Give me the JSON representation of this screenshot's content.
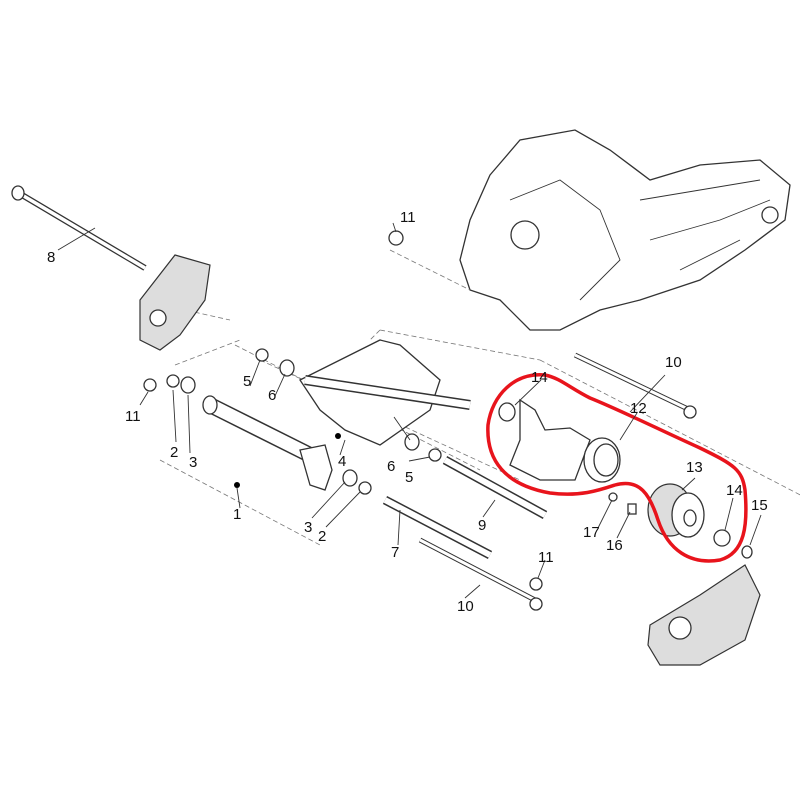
{
  "diagram": {
    "callouts": [
      "8",
      "11",
      "11",
      "2",
      "3",
      "5",
      "6",
      "4",
      "1",
      "3",
      "2",
      "6",
      "5",
      "7",
      "9",
      "10",
      "11",
      "10",
      "14",
      "12",
      "13",
      "14",
      "15",
      "17",
      "16"
    ],
    "highlight_color": "#e8141c",
    "line_color": "#333333"
  }
}
